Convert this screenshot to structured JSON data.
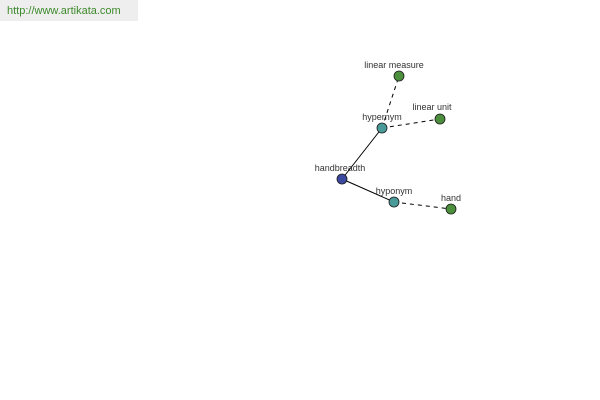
{
  "header": {
    "url": "http://www.artikata.com"
  },
  "graph": {
    "colors": {
      "root": "#3b4aa0",
      "relation": "#4a9a9a",
      "leaf": "#4c8f3c",
      "edge": "#000000"
    },
    "nodes": [
      {
        "id": "handbreadth",
        "label": "handbreadth",
        "kind": "root"
      },
      {
        "id": "hypernym",
        "label": "hypernym",
        "kind": "relation"
      },
      {
        "id": "hyponym",
        "label": "hyponym",
        "kind": "relation"
      },
      {
        "id": "linear-measure",
        "label": "linear measure",
        "kind": "leaf"
      },
      {
        "id": "linear-unit",
        "label": "linear unit",
        "kind": "leaf"
      },
      {
        "id": "hand",
        "label": "hand",
        "kind": "leaf"
      }
    ],
    "edges": [
      {
        "from": "handbreadth",
        "to": "hypernym",
        "style": "solid"
      },
      {
        "from": "handbreadth",
        "to": "hyponym",
        "style": "solid"
      },
      {
        "from": "hypernym",
        "to": "linear-measure",
        "style": "dashed"
      },
      {
        "from": "hypernym",
        "to": "linear-unit",
        "style": "dashed"
      },
      {
        "from": "hyponym",
        "to": "hand",
        "style": "dashed"
      }
    ]
  }
}
